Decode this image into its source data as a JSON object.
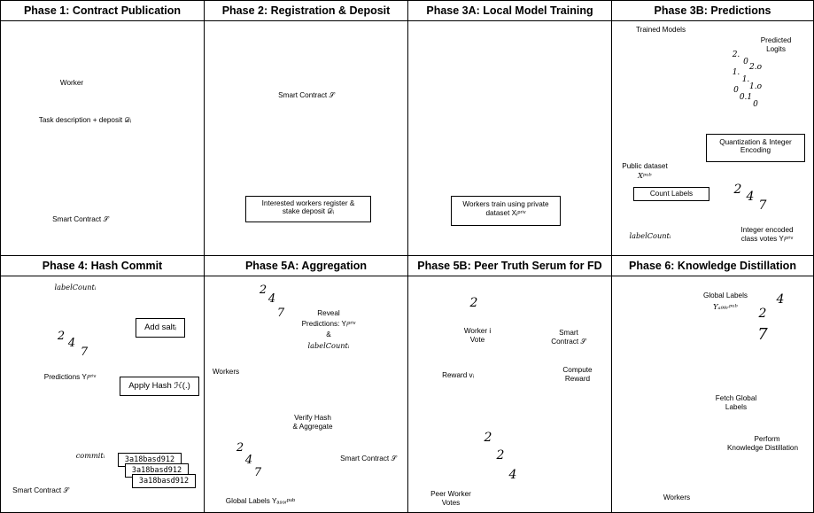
{
  "phase1": {
    "title": "Phase 1: Contract Publication",
    "worker": "Worker",
    "task": "Task description + deposit 𝒟ᵢ",
    "contract": "Smart Contract 𝒮"
  },
  "phase2": {
    "title": "Phase 2: Registration & Deposit",
    "contract": "Smart Contract 𝒮",
    "box_line1": "Interested workers register &",
    "box_line2": "stake deposit 𝒟ᵢ"
  },
  "phase3a": {
    "title": "Phase 3A: Local Model Training",
    "box_line1": "Workers train using private",
    "box_line2": "dataset Xᵢᵖʳⁱᵛ"
  },
  "phase3b": {
    "title": "Phase 3B: Predictions",
    "trained": "Trained Models",
    "logits_l1": "Predicted",
    "logits_l2": "Logits",
    "quant_l1": "Quantization & Integer",
    "quant_l2": "Encoding",
    "public_l1": "Public dataset",
    "public_l2": "Xᵖᵘᵇ",
    "count": "Count Labels",
    "enc_l1": "Integer encoded",
    "enc_l2": "class votes Yᵢᵖʳⁱᵛ",
    "labelcount": "labelCountᵢ",
    "logit_vals": [
      "2.",
      "1.",
      "0",
      "0",
      "1.",
      "0.1",
      "2.o",
      "1.o",
      "0"
    ],
    "votes": [
      "2",
      "4",
      "7"
    ]
  },
  "phase4": {
    "title": "Phase 4: Hash Commit",
    "labelcount": "labelCountᵢ",
    "predictions": "Predictions Yᵢᵖʳⁱᵛ",
    "salt": "Add saltᵢ",
    "hash": "Apply Hash ℋ(.)",
    "commit": "commitᵢ",
    "hashes": [
      "3a18basd912",
      "3a18basd912",
      "3a18basd912"
    ],
    "contract": "Smart Contract 𝒮",
    "votes": [
      "2",
      "4",
      "7"
    ]
  },
  "phase5a": {
    "title": "Phase 5A: Aggregation",
    "workers": "Workers",
    "reveal_l1": "Reveal",
    "reveal_l2": "Predictions: Yᵢᵖʳⁱᵛ",
    "reveal_l3": "&",
    "reveal_l4": "labelCountᵢ",
    "verify_l1": "Verify Hash",
    "verify_l2": "& Aggregate",
    "contract": "Smart Contract 𝒮",
    "global": "Global Labels Yₐ₉₉ᵣᵖᵘᵇ",
    "votes": [
      "2",
      "4",
      "7"
    ]
  },
  "phase5b": {
    "title": "Phase 5B: Peer Truth Serum for FD",
    "worker_l1": "Worker i",
    "worker_l2": "Vote",
    "contract_l1": "Smart",
    "contract_l2": "Contract 𝒮",
    "compute_l1": "Compute",
    "compute_l2": "Reward",
    "reward": "Reward vᵢ",
    "peer_l1": "Peer Worker",
    "peer_l2": "Votes",
    "votes": [
      "2",
      "2",
      "2",
      "4"
    ]
  },
  "phase6": {
    "title": "Phase 6: Knowledge Distillation",
    "global_l1": "Global Labels",
    "global_l2": "Yₐ₉₉ᵣᵖᵘᵇ",
    "fetch_l1": "Fetch Global",
    "fetch_l2": "Labels",
    "perform_l1": "Perform",
    "perform_l2": "Knowledge Distillation",
    "workers": "Workers",
    "votes": [
      "2",
      "4",
      "7"
    ]
  },
  "colors": {
    "arrow": "#4472C4",
    "doc": "#2E75B6",
    "coin": "#F2C12E",
    "border": "#000000"
  }
}
